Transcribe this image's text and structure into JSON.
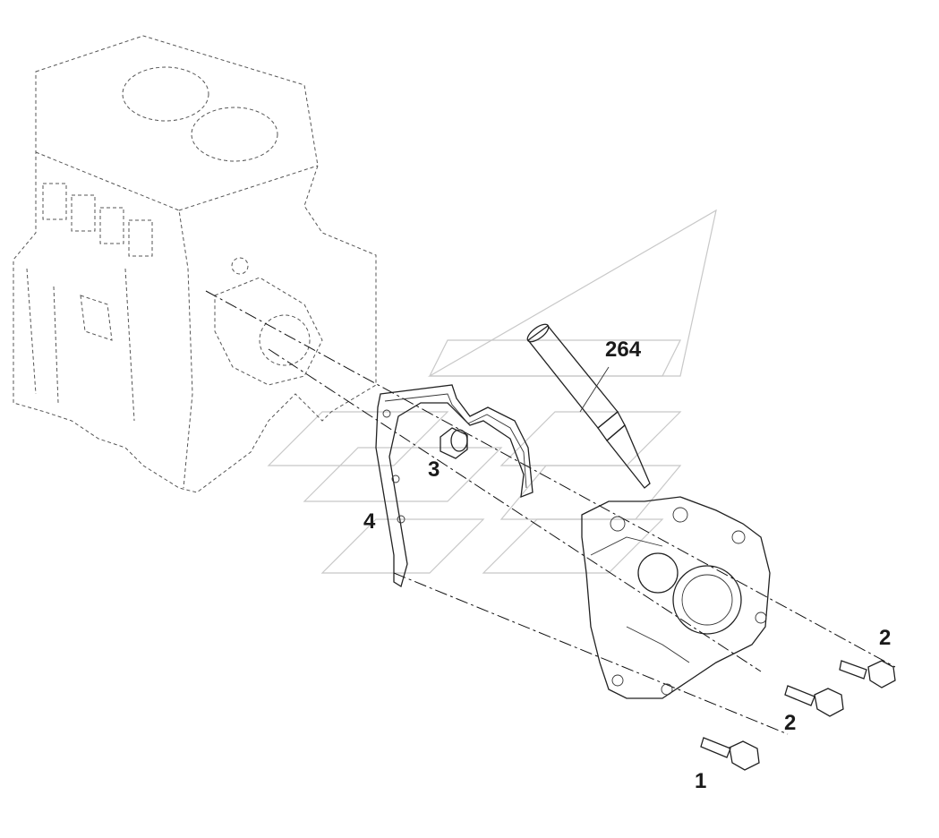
{
  "diagram": {
    "callouts": [
      {
        "id": "tube",
        "label": "264"
      },
      {
        "id": "dowel",
        "label": "3"
      },
      {
        "id": "gasket",
        "label": "4"
      },
      {
        "id": "bolt-a",
        "label": "2"
      },
      {
        "id": "bolt-b",
        "label": "2"
      },
      {
        "id": "bolt-c",
        "label": "1"
      }
    ]
  }
}
